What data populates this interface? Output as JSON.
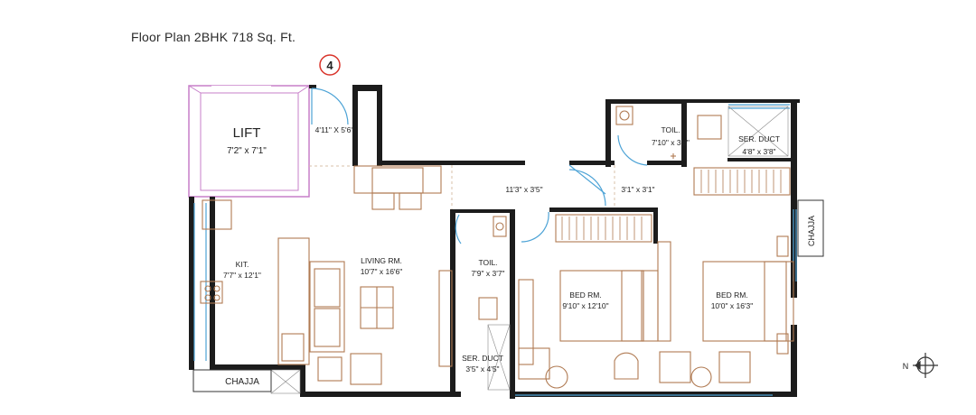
{
  "header": {
    "title": "Floor Plan 2BHK 718 Sq. Ft."
  },
  "unit_badge": "4",
  "rooms": {
    "lift": {
      "name": "LIFT",
      "dims": "7'2\" x 7'1\""
    },
    "entry": {
      "dims": "4'11\" X 5'6\""
    },
    "kitchen": {
      "name": "KIT.",
      "dims": "7'7\" x 12'1\""
    },
    "living": {
      "name": "LIVING RM.",
      "dims": "10'7\" x 16'6\""
    },
    "passage": {
      "dims": "11'3\" x 3'5\""
    },
    "passage2": {
      "dims": "3'1\" x 3'1\""
    },
    "toilet1": {
      "name": "TOIL.",
      "dims": "7'9\" x 3'7\""
    },
    "toilet2": {
      "name": "TOIL.",
      "dims": "7'10\" x 3'8\""
    },
    "ser_duct1": {
      "name": "SER. DUCT",
      "dims": "3'5\" x 4'5\""
    },
    "ser_duct2": {
      "name": "SER. DUCT",
      "dims": "4'8\" x 3'8\""
    },
    "bed1": {
      "name": "BED RM.",
      "dims": "9'10\" x 12'10\""
    },
    "bed2": {
      "name": "BED RM.",
      "dims": "10'0\" x 16'3\""
    },
    "chajja_bottom": "CHAJJA",
    "chajja_right": "CHAJJA"
  },
  "compass": {
    "label": "N"
  },
  "colors": {
    "wall": "#1c1c1c",
    "lift": "#c77fc9",
    "window": "#4da3d6",
    "furniture": "#b07a52",
    "badge": "#d9342b"
  }
}
